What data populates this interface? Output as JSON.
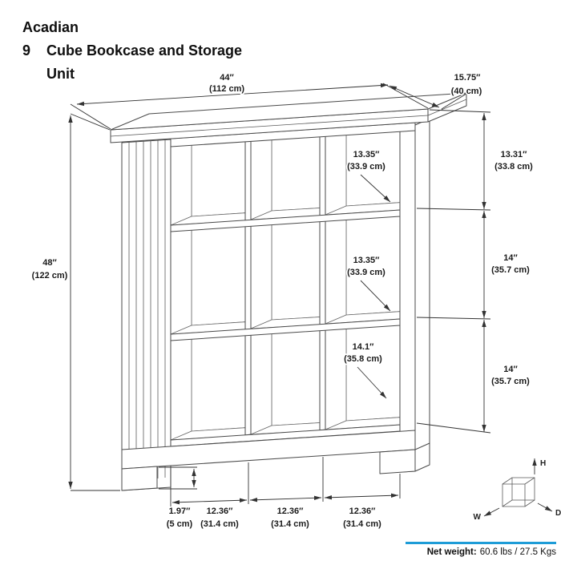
{
  "title": {
    "brand": "Acadian",
    "number": "9",
    "line": "Cube Bookcase and Storage",
    "line2": "Unit"
  },
  "dim_width": {
    "in": "44″",
    "cm": "(112 cm)"
  },
  "dim_depth": {
    "in": "15.75″",
    "cm": "(40 cm)"
  },
  "dim_height": {
    "in": "48″",
    "cm": "(122 cm)"
  },
  "dim_section_top": {
    "in": "13.31″",
    "cm": "(33.8 cm)"
  },
  "dim_section_mid": {
    "in": "14″",
    "cm": "(35.7 cm)"
  },
  "dim_section_bot": {
    "in": "14″",
    "cm": "(35.7 cm)"
  },
  "dim_cube_top": {
    "in": "13.35″",
    "cm": "(33.9 cm)"
  },
  "dim_cube_mid": {
    "in": "13.35″",
    "cm": "(33.9 cm)"
  },
  "dim_cube_bot": {
    "in": "14.1″",
    "cm": "(35.8 cm)"
  },
  "dim_plinth": {
    "in": "1.97″",
    "cm": "(5 cm)"
  },
  "dim_col_1": {
    "in": "12.36″",
    "cm": "(31.4 cm)"
  },
  "dim_col_2": {
    "in": "12.36″",
    "cm": "(31.4 cm)"
  },
  "dim_col_3": {
    "in": "12.36″",
    "cm": "(31.4 cm)"
  },
  "axis": {
    "h": "H",
    "w": "W",
    "d": "D"
  },
  "footer": {
    "label": "Net weight:",
    "value": "60.6 lbs / 27.5 Kgs",
    "accent": "#1e9cd7"
  }
}
